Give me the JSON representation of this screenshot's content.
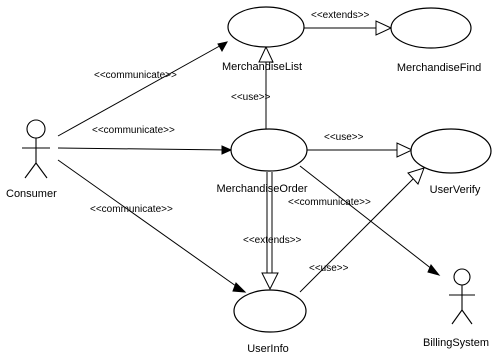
{
  "actors": {
    "consumer": "Consumer",
    "billing": "BillingSystem"
  },
  "use_cases": {
    "merchandise_list": "MerchandiseList",
    "merchandise_find": "MerchandiseFind",
    "merchandise_order": "MerchandiseOrder",
    "user_verify": "UserVerify",
    "user_info": "UserInfo"
  },
  "relations": {
    "communicate_list": "<<communicate>>",
    "communicate_order": "<<communicate>>",
    "communicate_info": "<<communicate>>",
    "communicate_billing": "<<communicate>>",
    "extends_find": "<<extends>>",
    "extends_info": "<<extends>>",
    "use_list": "<<use>>",
    "use_verify": "<<use>>",
    "use_info_verify": "<<use>>"
  }
}
